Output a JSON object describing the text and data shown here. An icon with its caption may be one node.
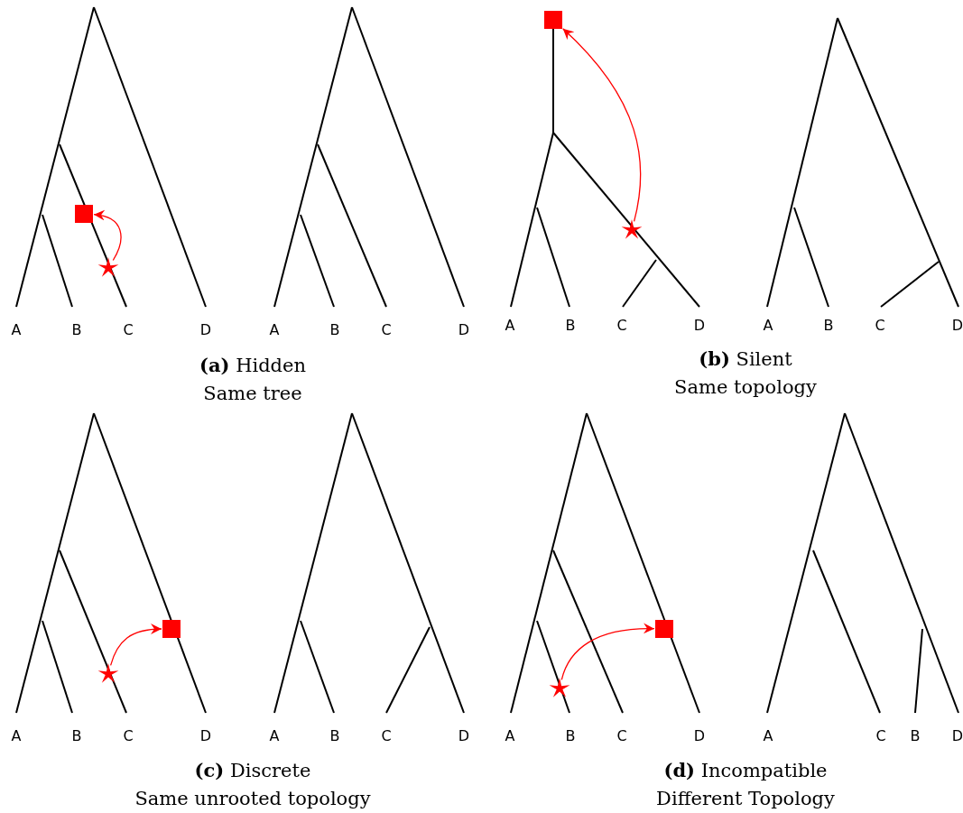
{
  "diagram": {
    "nodes": [
      {
        "text": [],
        "shape": "box"
      },
      {
        "text": [],
        "shape": "star"
      },
      {
        "text": [],
        "shape": "box"
      },
      {
        "text": [],
        "shape": "star"
      },
      {
        "text": [],
        "shape": "star"
      },
      {
        "text": [],
        "shape": "box"
      },
      {
        "text": [],
        "shape": "box"
      },
      {
        "text": [],
        "shape": "star"
      }
    ],
    "edges": [
      {
        "from": 1,
        "to": 0,
        "arrow": "to"
      },
      {
        "from": 3,
        "to": 2,
        "arrow": "to"
      },
      {
        "from": 4,
        "to": 5,
        "arrow": "to"
      },
      {
        "from": 7,
        "to": 6,
        "arrow": "to"
      }
    ],
    "labels": [
      "A",
      "B",
      "C",
      "D",
      "A",
      "B",
      "C",
      "D",
      "**(a)** Hidden",
      "Same tree",
      "A",
      "B",
      "C",
      "D",
      "A",
      "B",
      "C",
      "D",
      "**(b)** Silent",
      "Same topology",
      "A",
      "B",
      "C",
      "D",
      "A",
      "B",
      "C",
      "D",
      "**(c)** Discrete",
      "Same unrooted topology",
      "A",
      "B",
      "C",
      "D",
      "A",
      "C",
      "B",
      "D",
      "**(d)** Incompatible",
      "Different Topology"
    ]
  }
}
